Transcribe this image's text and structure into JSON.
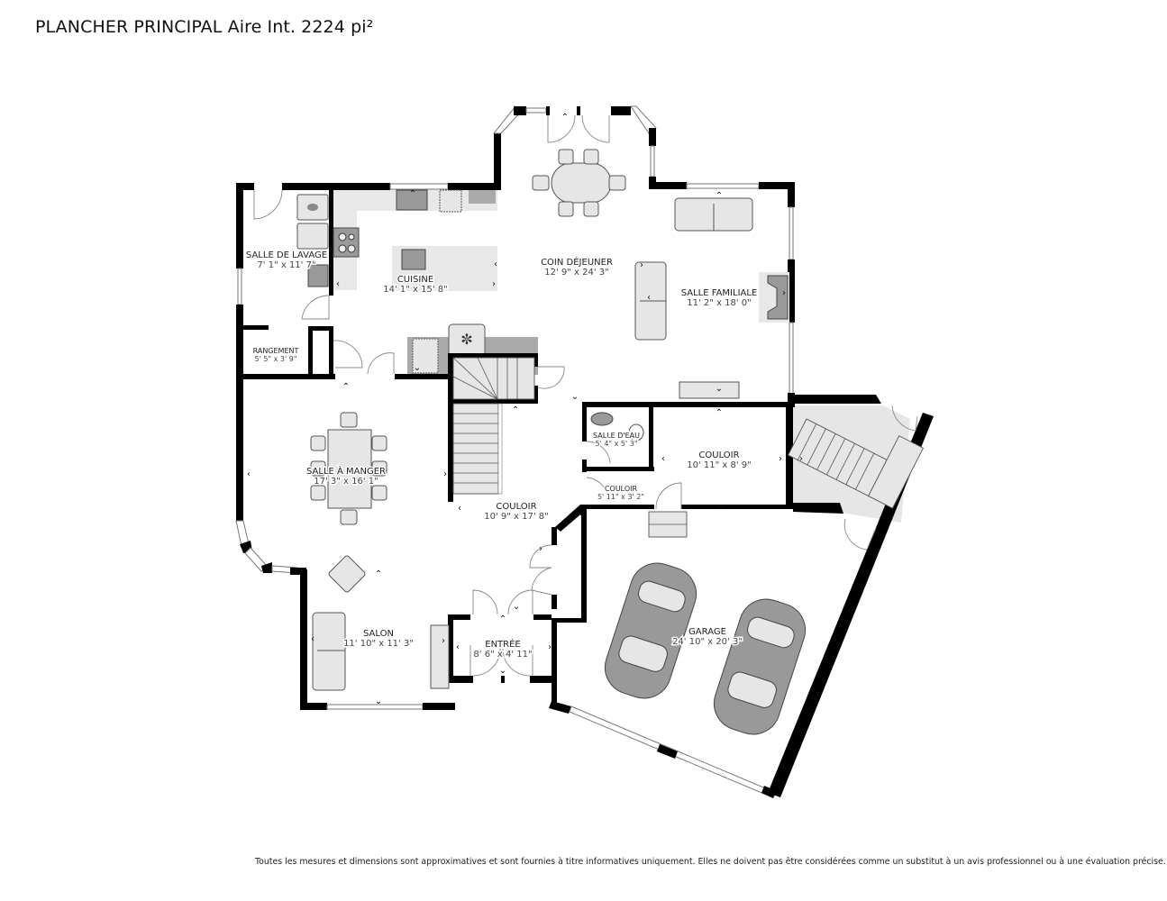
{
  "header": {
    "title": "PLANCHER PRINCIPAL Aire Int. 2224 pi²"
  },
  "rooms": [
    {
      "id": "salle-de-lavage",
      "name": "SALLE DE LAVAGE",
      "dims": "7' 1\" x 11' 7\""
    },
    {
      "id": "cuisine",
      "name": "CUISINE",
      "dims": "14' 1\" x 15' 8\""
    },
    {
      "id": "coin-dejeuner",
      "name": "COIN DÉJEUNER",
      "dims": "12' 9\" x 24' 3\""
    },
    {
      "id": "salle-familiale",
      "name": "SALLE FAMILIALE",
      "dims": "11' 2\" x 18' 0\""
    },
    {
      "id": "rangement",
      "name": "RANGEMENT",
      "dims": "5' 5\" x 3' 9\""
    },
    {
      "id": "salle-a-manger",
      "name": "SALLE À MANGER",
      "dims": "17' 3\" x 16' 1\""
    },
    {
      "id": "salle-deau",
      "name": "SALLE D'EAU",
      "dims": "5' 4\" x 5' 3\""
    },
    {
      "id": "couloir-est",
      "name": "COULOIR",
      "dims": "10' 11\" x 8' 9\""
    },
    {
      "id": "couloir-petit",
      "name": "COULOIR",
      "dims": "5' 11\" x 3' 2\""
    },
    {
      "id": "couloir-central",
      "name": "COULOIR",
      "dims": "10' 9\" x 17' 8\""
    },
    {
      "id": "salon",
      "name": "SALON",
      "dims": "11' 10\" x 11' 3\""
    },
    {
      "id": "entree",
      "name": "ENTRÉE",
      "dims": "8' 6\" x 4' 11\""
    },
    {
      "id": "garage",
      "name": "GARAGE",
      "dims": "24' 10\" x 20' 3\""
    }
  ],
  "icons": {
    "freezer": "✼"
  },
  "footer": {
    "disclaimer": "Toutes les mesures et dimensions sont approximatives et sont fournies à titre informatives uniquement. Elles ne doivent pas être considérées comme un substitut à un avis professionnel ou à une évaluation précise."
  }
}
